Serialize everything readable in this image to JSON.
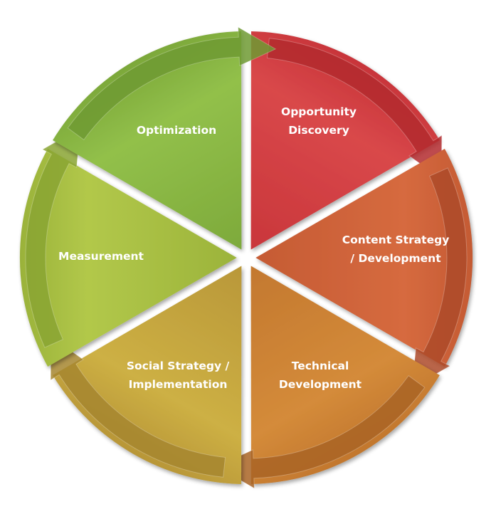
{
  "diagram": {
    "type": "cycle",
    "segments": [
      {
        "id": "opportunity-discovery",
        "lines": [
          "Opportunity",
          "Discovery"
        ],
        "color": "#c8353a",
        "color_light": "#d9484a",
        "arrow_color": "#b32a2e"
      },
      {
        "id": "content-strategy",
        "lines": [
          "Content Strategy",
          "/ Development"
        ],
        "color": "#c45a33",
        "color_light": "#d66a3f",
        "arrow_color": "#ad4a29"
      },
      {
        "id": "technical-development",
        "lines": [
          "Technical",
          "Development"
        ],
        "color": "#c2772e",
        "color_light": "#d48b3a",
        "arrow_color": "#a96424"
      },
      {
        "id": "social-strategy",
        "lines": [
          "Social Strategy /",
          "Implementation"
        ],
        "color": "#b89638",
        "color_light": "#cdb044",
        "arrow_color": "#a6862f"
      },
      {
        "id": "measurement",
        "lines": [
          "Measurement"
        ],
        "color": "#9ab23a",
        "color_light": "#b2c84a",
        "arrow_color": "#8aa432"
      },
      {
        "id": "optimization",
        "lines": [
          "Optimization"
        ],
        "color": "#7ca83a",
        "color_light": "#92c04a",
        "arrow_color": "#6e9a32"
      }
    ]
  }
}
